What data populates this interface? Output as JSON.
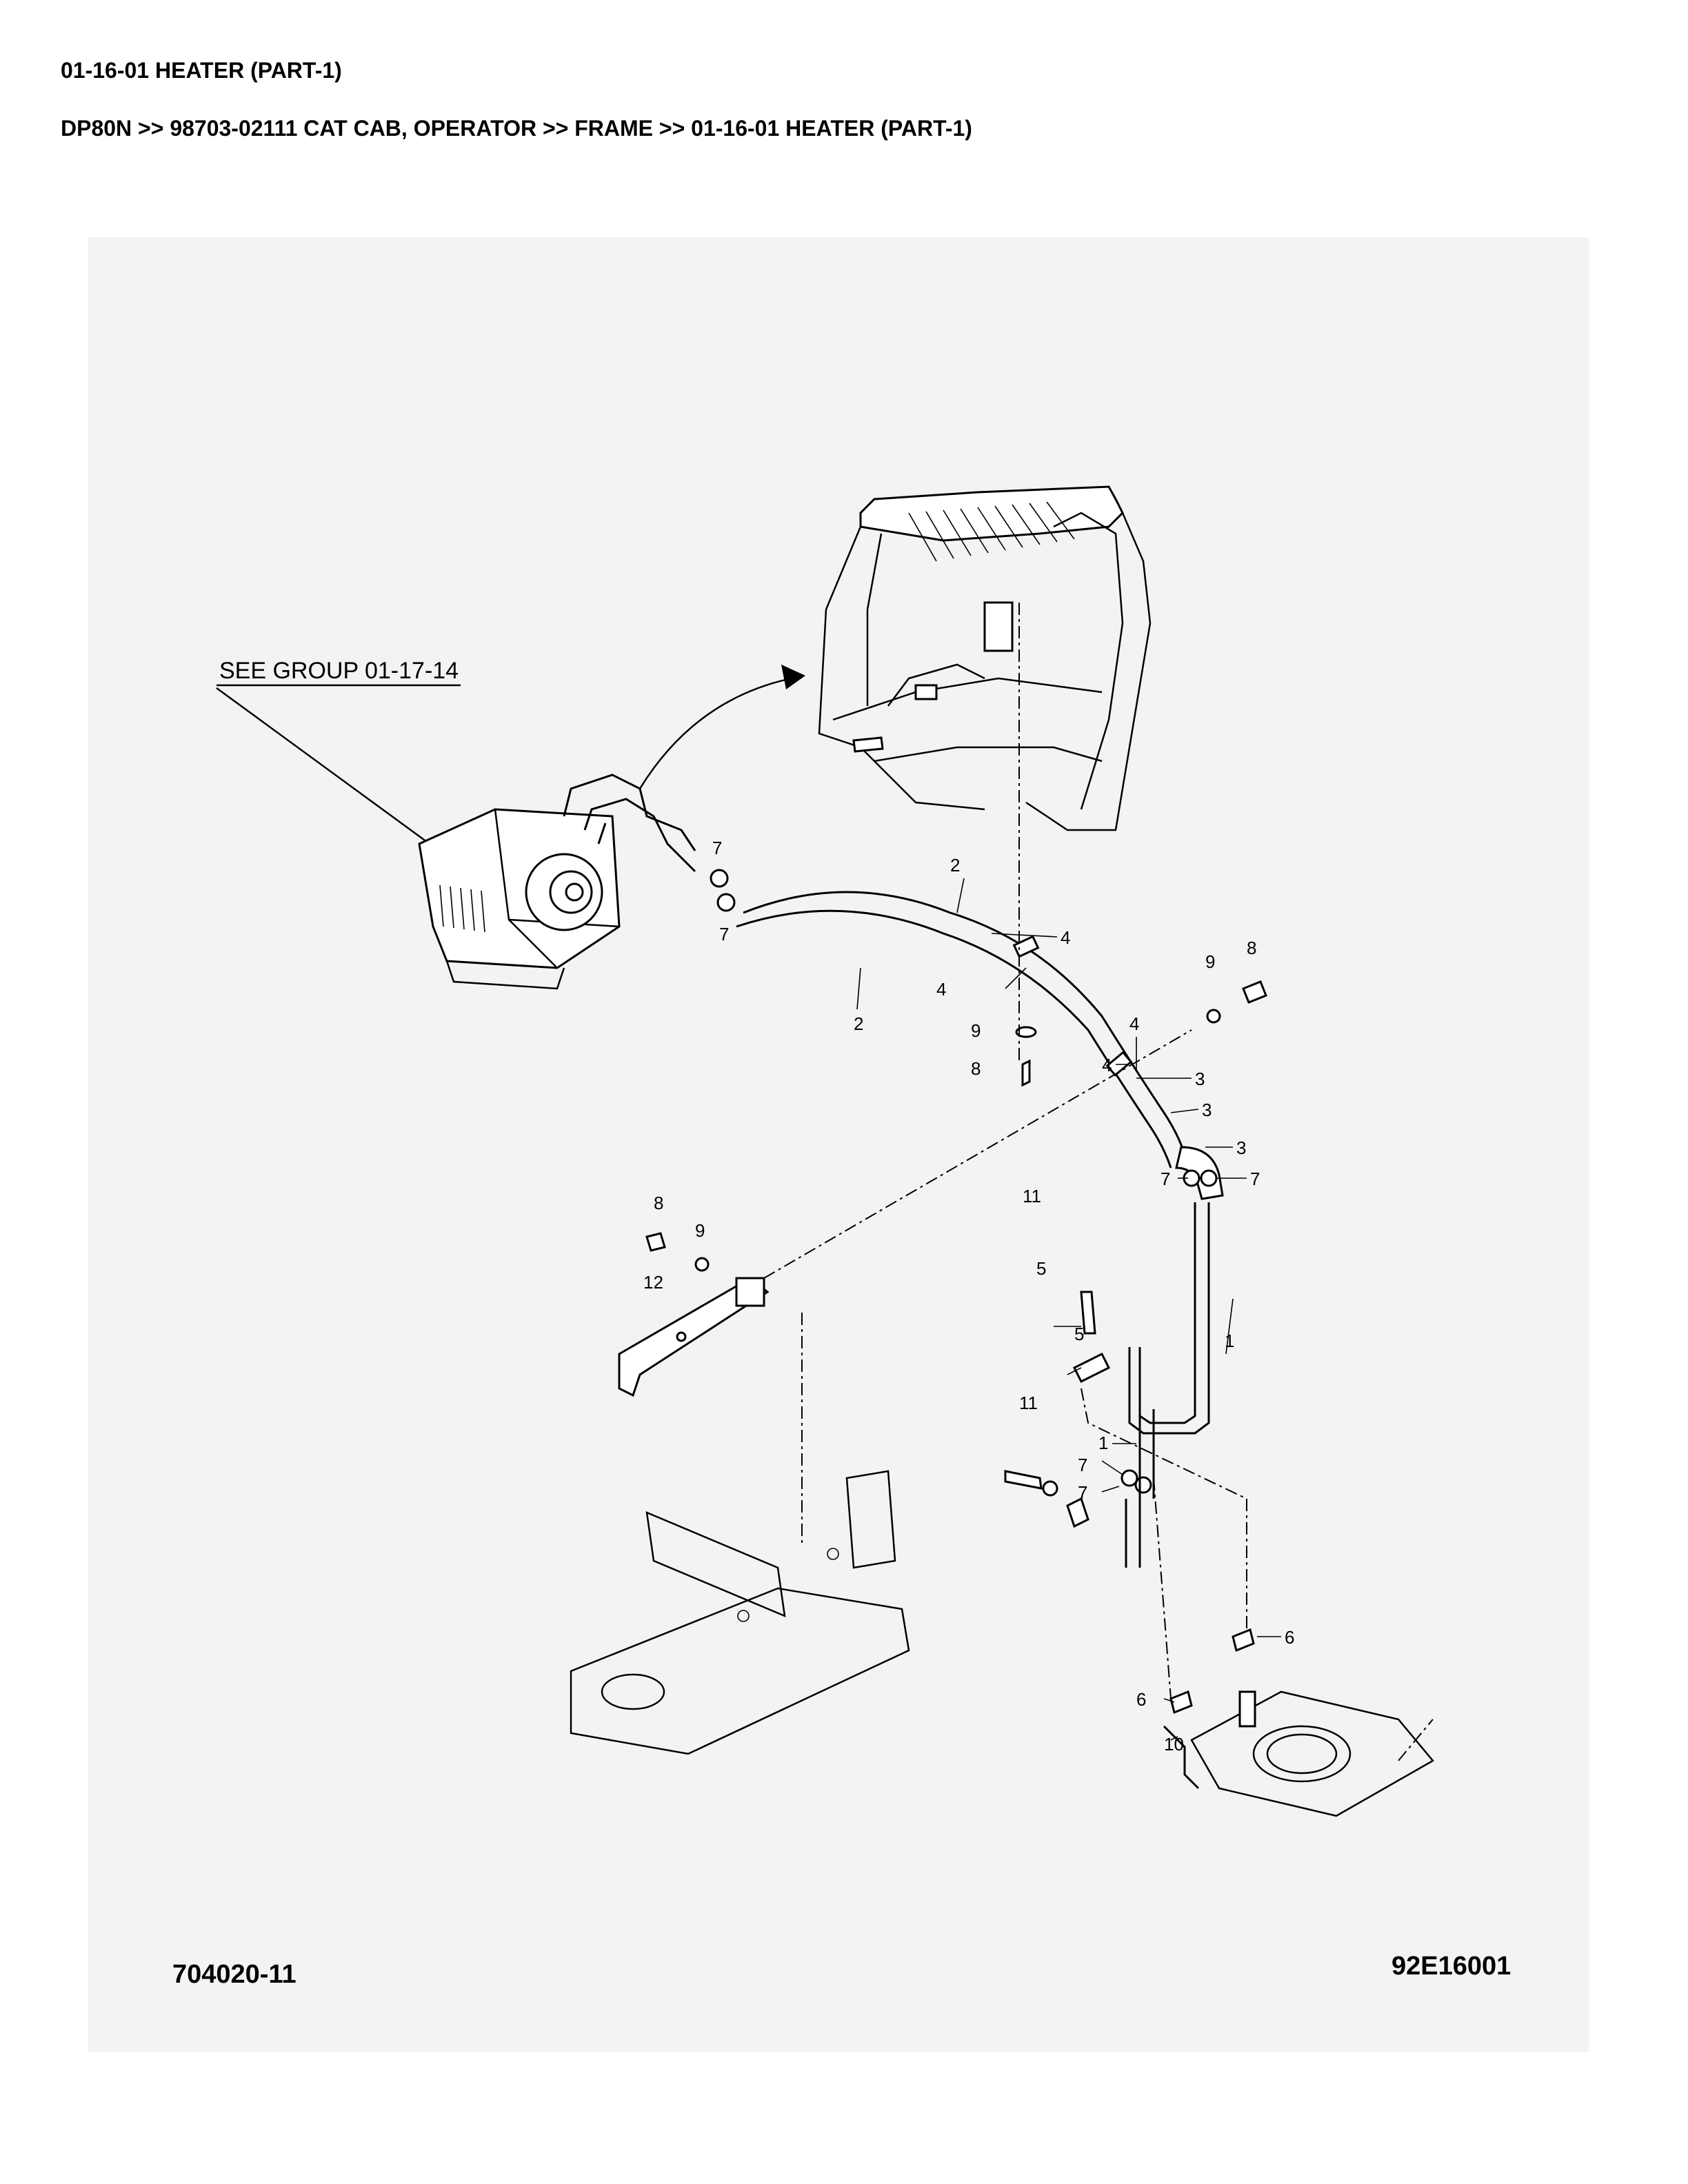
{
  "header": {
    "title": "01-16-01 HEATER (PART-1)",
    "breadcrumb": "DP80N >> 98703-02111 CAT CAB, OPERATOR >> FRAME >> 01-16-01 HEATER (PART-1)"
  },
  "drawing": {
    "reference_note": "SEE GROUP 01-17-14",
    "drawing_number": "704020-11",
    "figure_code": "92E16001",
    "callouts": {
      "c1a": "1",
      "c1b": "1",
      "c2a": "2",
      "c2b": "2",
      "c3a": "3",
      "c3b": "3",
      "c3c": "3",
      "c4a": "4",
      "c4b": "4",
      "c4c": "4",
      "c4d": "4",
      "c5a": "5",
      "c5b": "5",
      "c6a": "6",
      "c6b": "6",
      "c7a": "7",
      "c7b": "7",
      "c7c": "7",
      "c7d": "7",
      "c7e": "7",
      "c7f": "7",
      "c8a": "8",
      "c8b": "8",
      "c8c": "8",
      "c9a": "9",
      "c9b": "9",
      "c9c": "9",
      "c10": "10",
      "c11a": "11",
      "c11b": "11",
      "c12": "12"
    }
  }
}
